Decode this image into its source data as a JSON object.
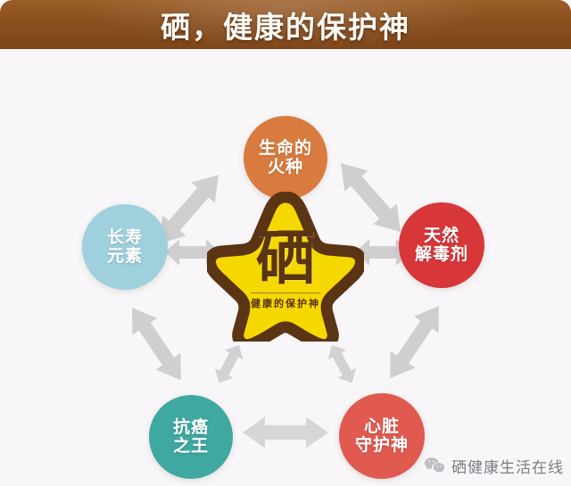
{
  "header": {
    "title": "硒，健康的保护神",
    "background_color": "#8a4f1f",
    "text_color": "#fdfbf6"
  },
  "center": {
    "shape": "star",
    "character": "硒",
    "subtitle": "健康的保护神",
    "fill_color": "#f5d800",
    "border_color": "#5a3413",
    "text_color": "#5a3413"
  },
  "nodes": [
    {
      "id": "spark-of-life",
      "position": "top",
      "line1": "生命的",
      "line2": "火种",
      "color": "#d97b3e"
    },
    {
      "id": "natural-detoxifier",
      "position": "right",
      "line1": "天然",
      "line2": "解毒剂",
      "color": "#d8373a"
    },
    {
      "id": "heart-guardian",
      "position": "bottom-right",
      "line1": "心脏",
      "line2": "守护神",
      "color": "#e05a50"
    },
    {
      "id": "anti-cancer-king",
      "position": "bottom-left",
      "line1": "抗癌",
      "line2": "之王",
      "color": "#3fa8a0"
    },
    {
      "id": "longevity-element",
      "position": "left",
      "line1": "长寿",
      "line2": "元素",
      "color": "#9ed0dd"
    }
  ],
  "arrows": {
    "color": "#cfcfd2",
    "style": "double-headed",
    "count": 8
  },
  "watermark": {
    "label": "硒健康生活在线",
    "icon": "wechat-icon",
    "text_color": "#7d7d85"
  },
  "background_color": "#f8f6f8"
}
